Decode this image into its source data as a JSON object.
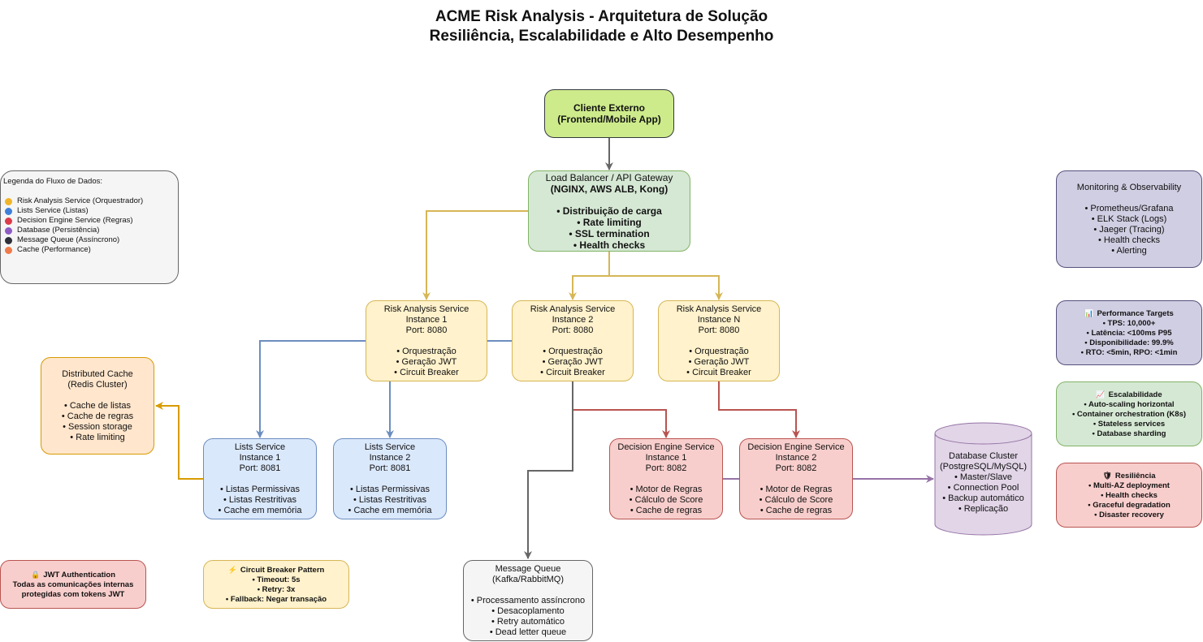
{
  "title": {
    "line1": "ACME Risk Analysis - Arquitetura de Solução",
    "line2": "Resiliência, Escalabilidade e Alto Desempenho"
  },
  "client": {
    "lines": [
      "Cliente Externo",
      "(Frontend/Mobile App)"
    ]
  },
  "gateway": {
    "header": [
      "Load Balancer / API Gateway",
      "(NGINX, AWS ALB, Kong)"
    ],
    "items": [
      "• Distribuição de carga",
      "• Rate limiting",
      "• SSL termination",
      "• Health checks"
    ]
  },
  "risk_instances": [
    {
      "lines": [
        "Risk Analysis Service",
        "Instance 1",
        "Port: 8080"
      ],
      "items": [
        "• Orquestração",
        "• Geração JWT",
        "• Circuit Breaker"
      ]
    },
    {
      "lines": [
        "Risk Analysis Service",
        "Instance 2",
        "Port: 8080"
      ],
      "items": [
        "• Orquestração",
        "• Geração JWT",
        "• Circuit Breaker"
      ]
    },
    {
      "lines": [
        "Risk Analysis Service",
        "Instance N",
        "Port: 8080"
      ],
      "items": [
        "• Orquestração",
        "• Geração JWT",
        "• Circuit Breaker"
      ]
    }
  ],
  "lists_instances": [
    {
      "lines": [
        "Lists Service",
        "Instance 1",
        "Port: 8081"
      ],
      "items": [
        "• Listas Permissivas",
        "• Listas Restritivas",
        "• Cache em memória"
      ]
    },
    {
      "lines": [
        "Lists Service",
        "Instance 2",
        "Port: 8081"
      ],
      "items": [
        "• Listas Permissivas",
        "• Listas Restritivas",
        "• Cache em memória"
      ]
    }
  ],
  "decision_instances": [
    {
      "lines": [
        "Decision Engine Service",
        "Instance 1",
        "Port: 8082"
      ],
      "items": [
        "• Motor de Regras",
        "• Cálculo de Score",
        "• Cache de regras"
      ]
    },
    {
      "lines": [
        "Decision Engine Service",
        "Instance 2",
        "Port: 8082"
      ],
      "items": [
        "• Motor de Regras",
        "• Cálculo de Score",
        "• Cache de regras"
      ]
    }
  ],
  "cache": {
    "lines": [
      "Distributed Cache",
      "(Redis Cluster)"
    ],
    "items": [
      "• Cache de listas",
      "• Cache de regras",
      "• Session storage",
      "• Rate limiting"
    ]
  },
  "database": {
    "lines": [
      "Database Cluster",
      "(PostgreSQL/MySQL)"
    ],
    "items": [
      "• Master/Slave",
      "• Connection Pool",
      "• Backup automático",
      "• Replicação"
    ]
  },
  "queue": {
    "lines": [
      "Message Queue",
      "(Kafka/RabbitMQ)"
    ],
    "items": [
      "• Processamento assíncrono",
      "• Desacoplamento",
      "• Retry automático",
      "• Dead letter queue"
    ]
  },
  "legend": {
    "title": "Legenda do Fluxo de Dados:",
    "items": [
      {
        "label": "Risk Analysis Service (Orquestrador)",
        "color": "#f0b429"
      },
      {
        "label": "Lists Service (Listas)",
        "color": "#3f7fd9"
      },
      {
        "label": "Decision Engine Service (Regras)",
        "color": "#dc3b4a"
      },
      {
        "label": "Database (Persistência)",
        "color": "#8e5bc4"
      },
      {
        "label": "Message Queue (Assíncrono)",
        "color": "#2f2f3a"
      },
      {
        "label": "Cache (Performance)",
        "color": "#f07a4a"
      }
    ]
  },
  "jwt": {
    "icon": "🔒",
    "title": "JWT Authentication",
    "lines": [
      "Todas as comunicações internas",
      "protegidas com tokens JWT"
    ]
  },
  "circuit": {
    "icon": "⚡",
    "title": "Circuit Breaker Pattern",
    "lines": [
      "• Timeout: 5s",
      "• Retry: 3x",
      "• Fallback: Negar transação"
    ]
  },
  "monitoring": {
    "title": "Monitoring & Observability",
    "items": [
      "• Prometheus/Grafana",
      "• ELK Stack (Logs)",
      "• Jaeger (Tracing)",
      "• Health checks",
      "• Alerting"
    ]
  },
  "performance": {
    "icon": "📊",
    "title": "Performance Targets",
    "items": [
      "• TPS: 10,000+",
      "• Latência: <100ms P95",
      "• Disponibilidade: 99.9%",
      "• RTO: <5min, RPO: <1min"
    ]
  },
  "scalability": {
    "icon": "📈",
    "title": "Escalabilidade",
    "items": [
      "• Auto-scaling horizontal",
      "• Container orchestration (K8s)",
      "• Stateless services",
      "• Database sharding"
    ]
  },
  "resilience": {
    "icon": "🛡",
    "title": "Resiliência",
    "items": [
      "• Multi-AZ deployment",
      "• Health checks",
      "• Graceful degradation",
      "• Disaster recovery"
    ]
  },
  "colors": {
    "client_to_gateway": "#666666",
    "gateway_to_risk": "#d6b656",
    "risk_to_lists": "#6c8ebf",
    "risk_to_decision": "#b85450",
    "lists_to_cache": "#d79b00",
    "decision_to_db": "#9673a6",
    "risk_to_queue": "#666666"
  }
}
